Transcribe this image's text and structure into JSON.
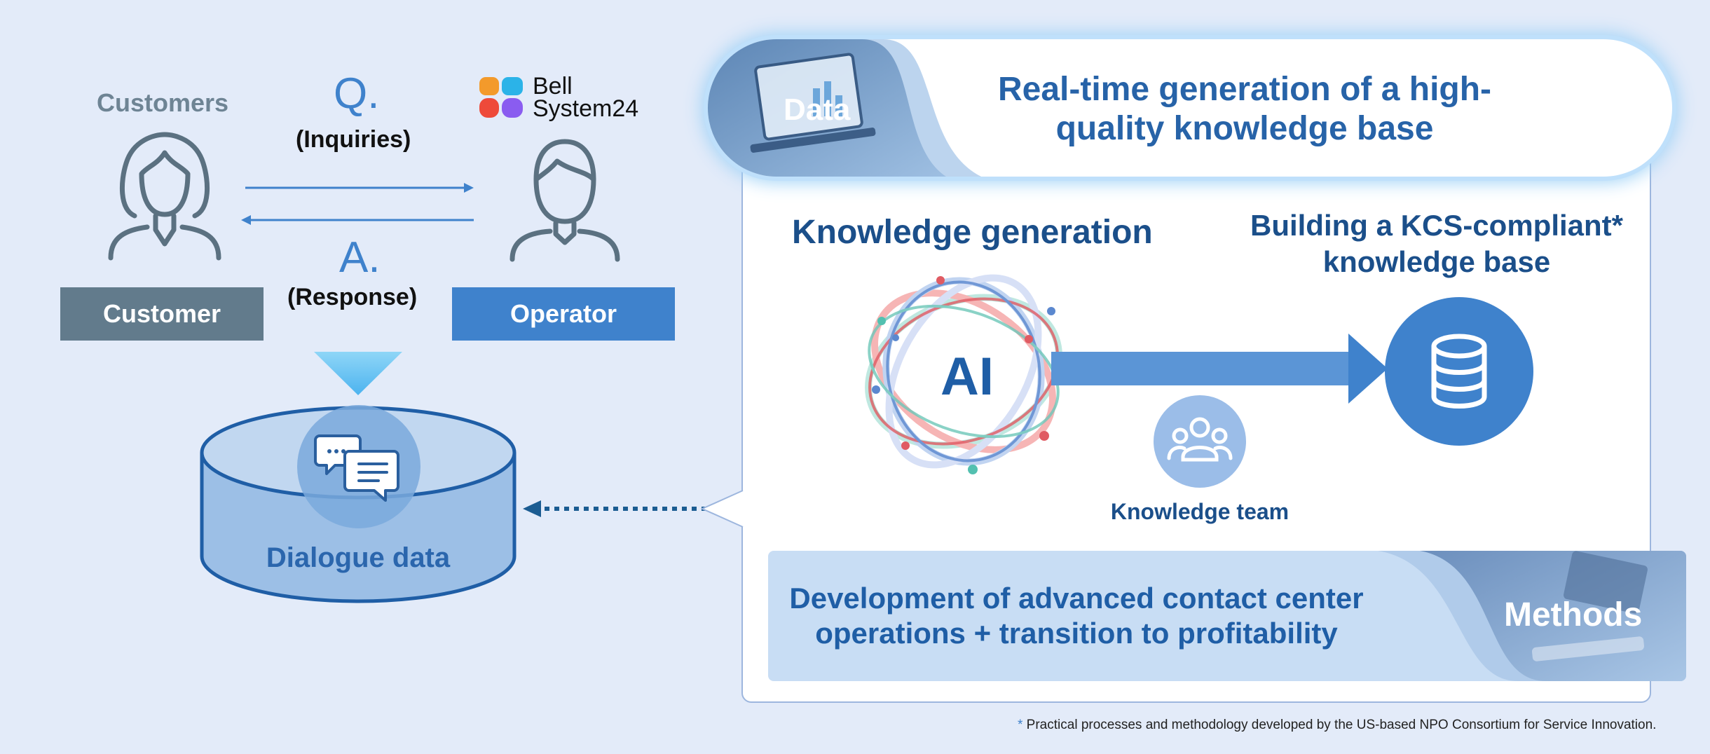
{
  "left": {
    "customers_heading": "Customers",
    "q_letter": "Q.",
    "inquiries": "(Inquiries)",
    "a_letter": "A.",
    "response": "(Response)",
    "customer_label": "Customer",
    "operator_label": "Operator",
    "dialogue_data": "Dialogue data",
    "logo_line1": "Bell",
    "logo_line2": "System24"
  },
  "right": {
    "data_badge": "Data",
    "headline_line1": "Real-time generation of a high-",
    "headline_line2": "quality knowledge base",
    "knowledge_generation": "Knowledge generation",
    "ai": "AI",
    "building_line1": "Building a KCS-compliant*",
    "building_line2": "knowledge base",
    "knowledge_team": "Knowledge team",
    "methods_line1": "Development of advanced contact center",
    "methods_line2": "operations + transition to profitability",
    "methods_badge": "Methods"
  },
  "footnote": {
    "asterisk": "*",
    "text": " Practical processes and methodology developed by the US-based NPO Consortium for Service Innovation."
  },
  "colors": {
    "background": "#e3ebf9",
    "customer_box": "#627b8c",
    "operator_box": "#3f82cc",
    "title_blue": "#2763a8",
    "dark_navy": "#1b4f8a",
    "arrow_blue": "#5b95d6",
    "icon_gray": "#5b7181"
  }
}
